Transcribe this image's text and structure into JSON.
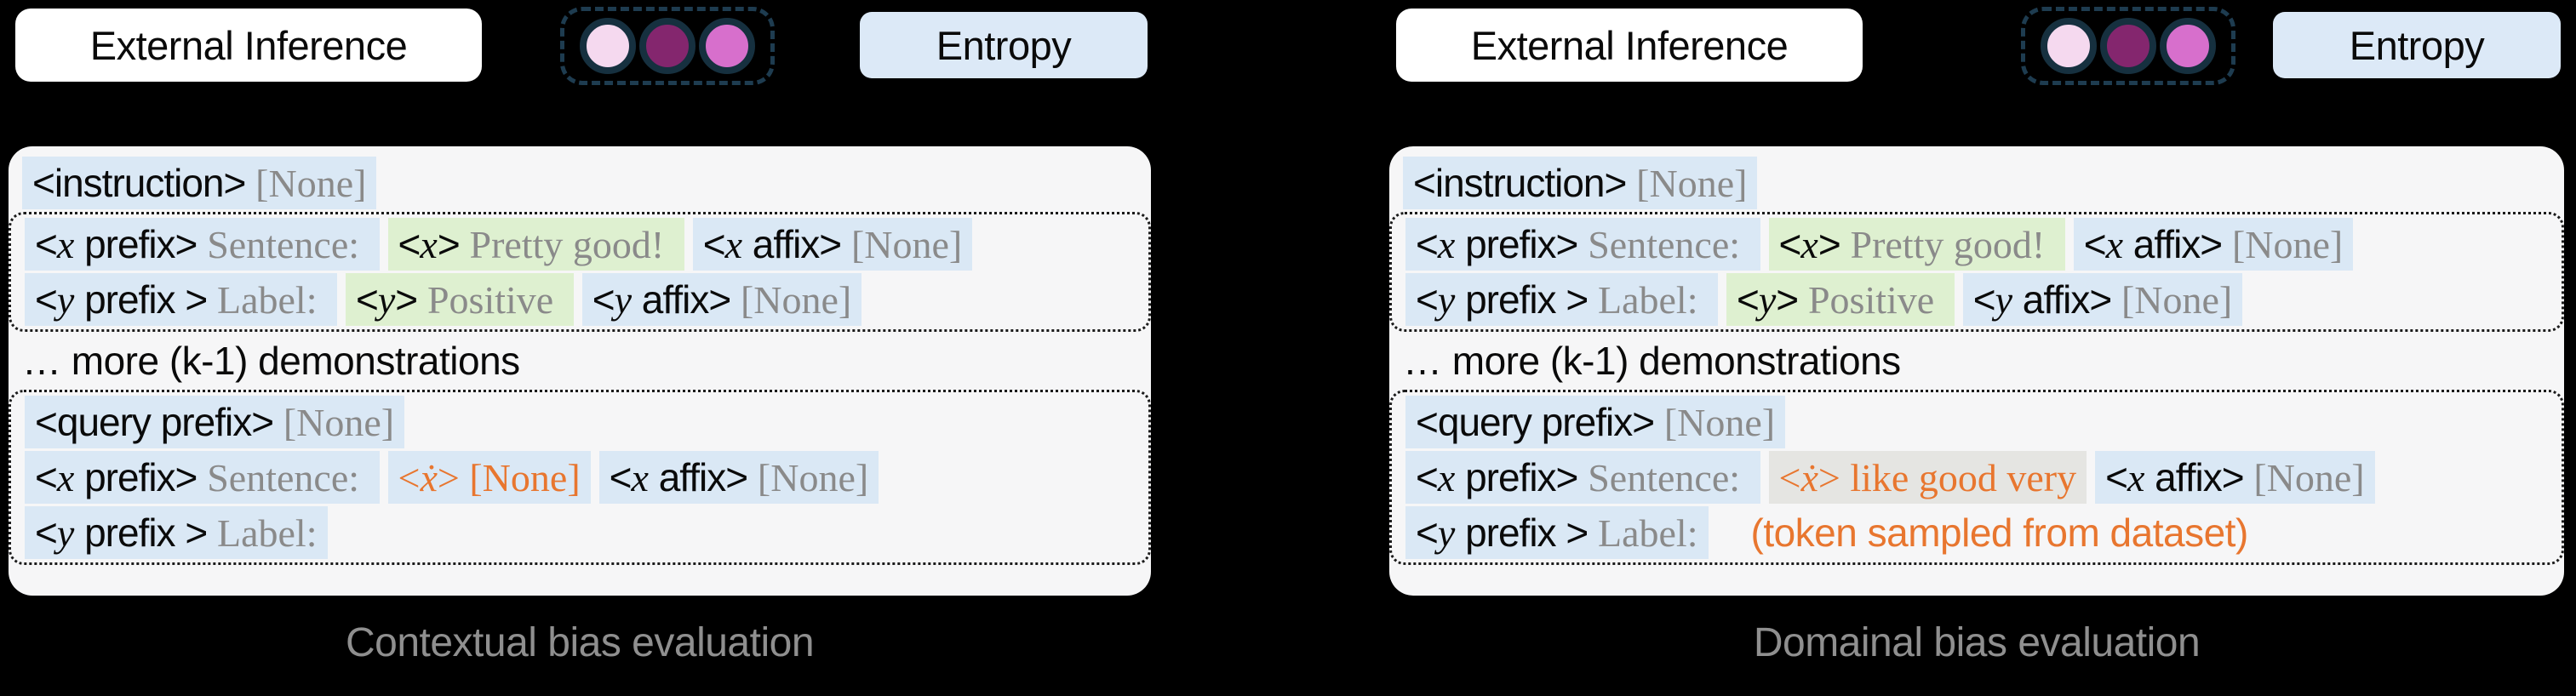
{
  "colors": {
    "highlight_blue": "#dae8f5",
    "highlight_green": "#def0d0",
    "highlight_gray": "#e5e5e2",
    "orange": "#e8762f",
    "value_gray": "#8a8a8a",
    "box_bg": "#f6f6f7",
    "entropy_bg": "#dce9f7",
    "dot_ring": "#16303f"
  },
  "dots": [
    "#f5d9ef",
    "#84266e",
    "#d76fcc"
  ],
  "panels": [
    {
      "caption": "Contextual bias evaluation",
      "header": {
        "external_label": "External Inference",
        "entropy_label": "Entropy",
        "dots_icon": "class-probability-dots"
      },
      "sections": [
        {
          "dotted": false,
          "lines": [
            [
              {
                "bg": "blue",
                "parts": [
                  [
                    "<instruction> ",
                    "tag"
                  ],
                  [
                    "[None]",
                    "val"
                  ]
                ]
              }
            ]
          ]
        },
        {
          "dotted": true,
          "lines": [
            [
              {
                "bg": "blue",
                "parts": [
                  [
                    "<",
                    "tag"
                  ],
                  [
                    "x",
                    "var"
                  ],
                  [
                    " prefix> ",
                    "tag"
                  ],
                  [
                    "Sentence: ",
                    "val"
                  ]
                ]
              },
              {
                "bg": "green",
                "parts": [
                  [
                    "<",
                    "tag"
                  ],
                  [
                    "x",
                    "var"
                  ],
                  [
                    "> ",
                    "tag"
                  ],
                  [
                    "Pretty good! ",
                    "val"
                  ]
                ]
              },
              {
                "bg": "blue",
                "parts": [
                  [
                    "<",
                    "tag"
                  ],
                  [
                    "x",
                    "var"
                  ],
                  [
                    " affix> ",
                    "tag"
                  ],
                  [
                    "[None]",
                    "val"
                  ]
                ]
              }
            ],
            [
              {
                "bg": "blue",
                "parts": [
                  [
                    "<",
                    "tag"
                  ],
                  [
                    "y",
                    "var"
                  ],
                  [
                    " prefix > ",
                    "tag"
                  ],
                  [
                    "Label: ",
                    "val"
                  ]
                ]
              },
              {
                "bg": "green",
                "parts": [
                  [
                    "<",
                    "tag"
                  ],
                  [
                    "y",
                    "var"
                  ],
                  [
                    "> ",
                    "tag"
                  ],
                  [
                    "Positive ",
                    "val"
                  ]
                ]
              },
              {
                "bg": "blue",
                "parts": [
                  [
                    "<",
                    "tag"
                  ],
                  [
                    "y",
                    "var"
                  ],
                  [
                    " affix> ",
                    "tag"
                  ],
                  [
                    "[None]",
                    "val"
                  ]
                ]
              }
            ]
          ]
        },
        {
          "dotted": false,
          "lines": [
            [
              {
                "bg": "none",
                "parts": [
                  [
                    "… more (k-1) demonstrations",
                    "plain"
                  ]
                ]
              }
            ]
          ]
        },
        {
          "dotted": true,
          "lines": [
            [
              {
                "bg": "blue",
                "parts": [
                  [
                    "<query prefix> ",
                    "tag"
                  ],
                  [
                    "[None]",
                    "val"
                  ]
                ]
              }
            ],
            [
              {
                "bg": "blue",
                "parts": [
                  [
                    "<",
                    "tag"
                  ],
                  [
                    "x",
                    "var"
                  ],
                  [
                    " prefix> ",
                    "tag"
                  ],
                  [
                    "Sentence: ",
                    "val"
                  ]
                ]
              },
              {
                "bg": "blue",
                "parts": [
                  [
                    "<",
                    "oserif"
                  ],
                  [
                    "ẋ",
                    "ovar"
                  ],
                  [
                    "> ",
                    "oserif"
                  ],
                  [
                    "[None]",
                    "oserif"
                  ]
                ]
              },
              {
                "bg": "blue",
                "parts": [
                  [
                    "<",
                    "tag"
                  ],
                  [
                    "x",
                    "var"
                  ],
                  [
                    " affix> ",
                    "tag"
                  ],
                  [
                    "[None]",
                    "val"
                  ]
                ]
              }
            ],
            [
              {
                "bg": "blue",
                "parts": [
                  [
                    "<",
                    "tag"
                  ],
                  [
                    "y",
                    "var"
                  ],
                  [
                    " prefix > ",
                    "tag"
                  ],
                  [
                    "Label:",
                    "val"
                  ]
                ]
              }
            ]
          ]
        }
      ]
    },
    {
      "caption": "Domainal bias evaluation",
      "header": {
        "external_label": "External Inference",
        "entropy_label": "Entropy",
        "dots_icon": "class-probability-dots"
      },
      "sections": [
        {
          "dotted": false,
          "lines": [
            [
              {
                "bg": "blue",
                "parts": [
                  [
                    "<instruction> ",
                    "tag"
                  ],
                  [
                    "[None]",
                    "val"
                  ]
                ]
              }
            ]
          ]
        },
        {
          "dotted": true,
          "lines": [
            [
              {
                "bg": "blue",
                "parts": [
                  [
                    "<",
                    "tag"
                  ],
                  [
                    "x",
                    "var"
                  ],
                  [
                    " prefix> ",
                    "tag"
                  ],
                  [
                    "Sentence: ",
                    "val"
                  ]
                ]
              },
              {
                "bg": "green",
                "parts": [
                  [
                    "<",
                    "tag"
                  ],
                  [
                    "x",
                    "var"
                  ],
                  [
                    "> ",
                    "tag"
                  ],
                  [
                    "Pretty good! ",
                    "val"
                  ]
                ]
              },
              {
                "bg": "blue",
                "parts": [
                  [
                    "<",
                    "tag"
                  ],
                  [
                    "x",
                    "var"
                  ],
                  [
                    " affix> ",
                    "tag"
                  ],
                  [
                    "[None]",
                    "val"
                  ]
                ]
              }
            ],
            [
              {
                "bg": "blue",
                "parts": [
                  [
                    "<",
                    "tag"
                  ],
                  [
                    "y",
                    "var"
                  ],
                  [
                    " prefix > ",
                    "tag"
                  ],
                  [
                    "Label: ",
                    "val"
                  ]
                ]
              },
              {
                "bg": "green",
                "parts": [
                  [
                    "<",
                    "tag"
                  ],
                  [
                    "y",
                    "var"
                  ],
                  [
                    "> ",
                    "tag"
                  ],
                  [
                    "Positive ",
                    "val"
                  ]
                ]
              },
              {
                "bg": "blue",
                "parts": [
                  [
                    "<",
                    "tag"
                  ],
                  [
                    "y",
                    "var"
                  ],
                  [
                    " affix> ",
                    "tag"
                  ],
                  [
                    "[None]",
                    "val"
                  ]
                ]
              }
            ]
          ]
        },
        {
          "dotted": false,
          "lines": [
            [
              {
                "bg": "none",
                "parts": [
                  [
                    "… more (k-1) demonstrations",
                    "plain"
                  ]
                ]
              }
            ]
          ]
        },
        {
          "dotted": true,
          "lines": [
            [
              {
                "bg": "blue",
                "parts": [
                  [
                    "<query prefix> ",
                    "tag"
                  ],
                  [
                    "[None]",
                    "val"
                  ]
                ]
              }
            ],
            [
              {
                "bg": "blue",
                "parts": [
                  [
                    "<",
                    "tag"
                  ],
                  [
                    "x",
                    "var"
                  ],
                  [
                    " prefix> ",
                    "tag"
                  ],
                  [
                    "Sentence: ",
                    "val"
                  ]
                ]
              },
              {
                "bg": "gray",
                "parts": [
                  [
                    "<",
                    "oserif"
                  ],
                  [
                    "ẋ",
                    "ovar"
                  ],
                  [
                    "> ",
                    "oserif"
                  ],
                  [
                    "like good very",
                    "oserif"
                  ]
                ]
              },
              {
                "bg": "blue",
                "parts": [
                  [
                    "<",
                    "tag"
                  ],
                  [
                    "x",
                    "var"
                  ],
                  [
                    " affix> ",
                    "tag"
                  ],
                  [
                    "[None]",
                    "val"
                  ]
                ]
              }
            ],
            [
              {
                "bg": "blue",
                "parts": [
                  [
                    "<",
                    "tag"
                  ],
                  [
                    "y",
                    "var"
                  ],
                  [
                    " prefix > ",
                    "tag"
                  ],
                  [
                    "Label:",
                    "val"
                  ]
                ]
              },
              {
                "bg": "none",
                "indent": true,
                "parts": [
                  [
                    "(token sampled from dataset)",
                    "osans"
                  ]
                ]
              }
            ]
          ]
        }
      ]
    }
  ]
}
